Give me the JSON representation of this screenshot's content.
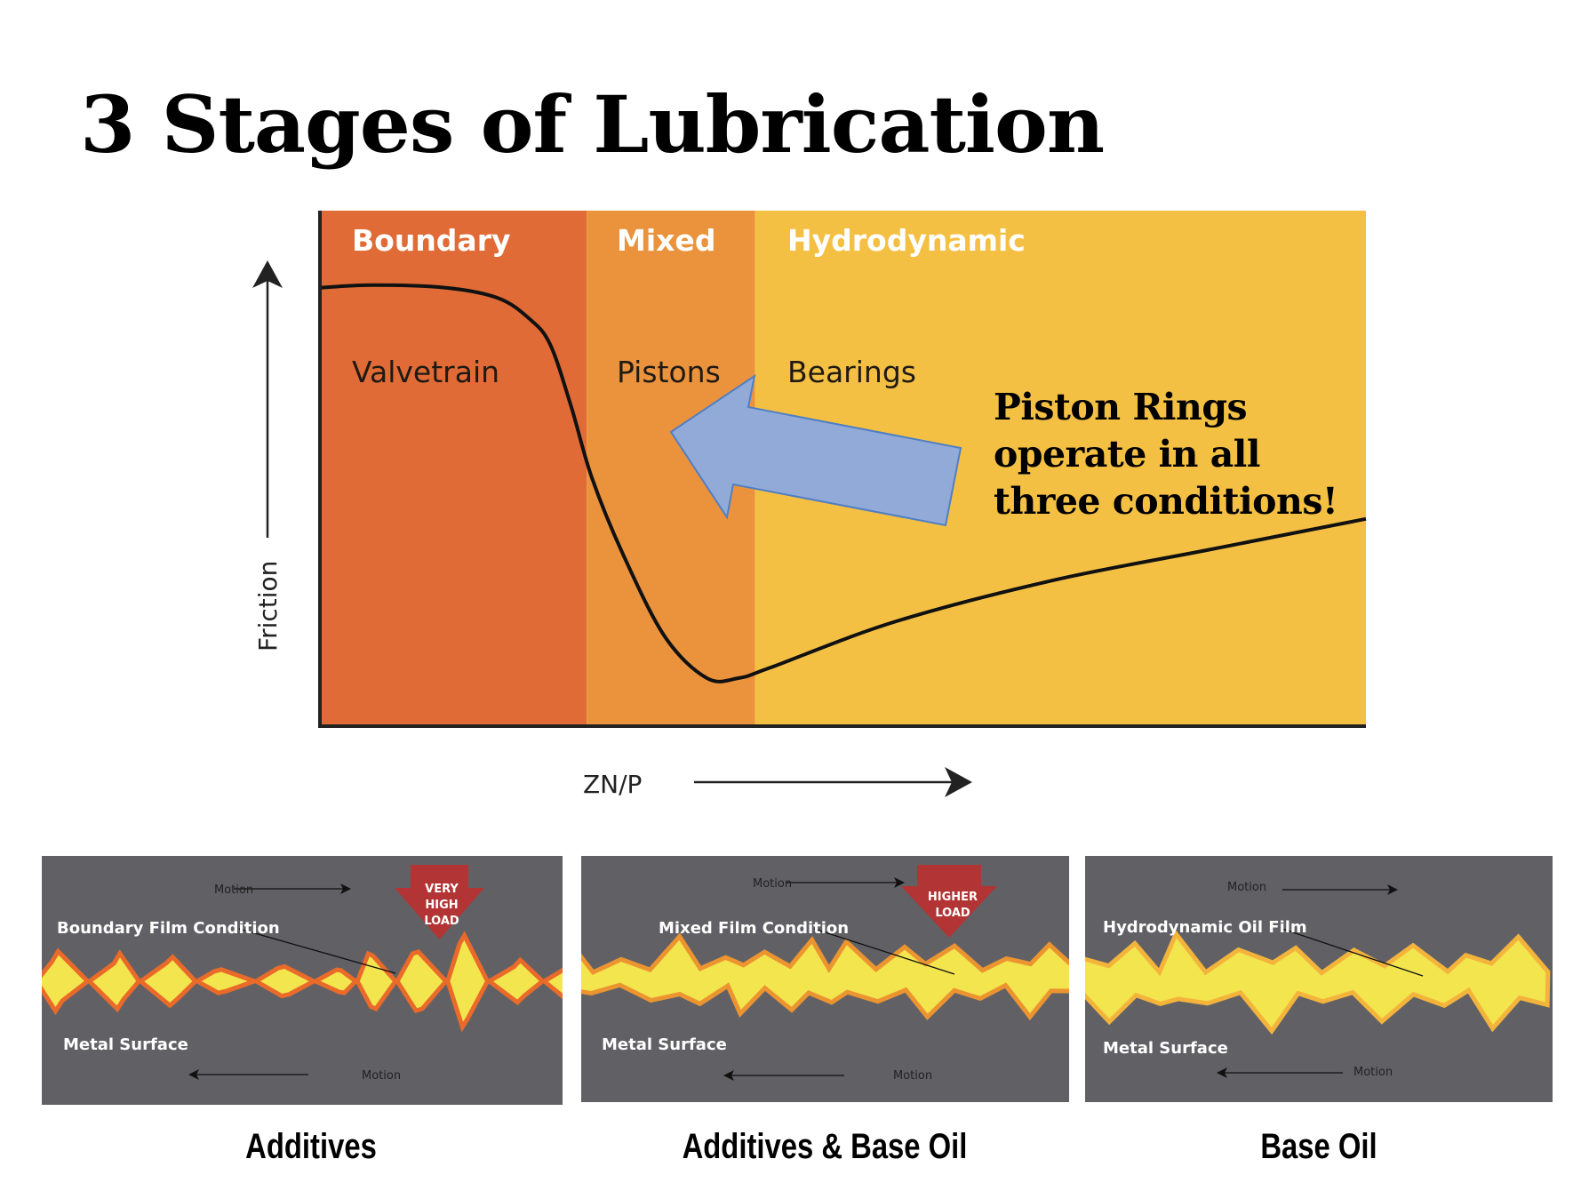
{
  "slide": {
    "title": "3 Stages of Lubrication"
  },
  "stribeck": {
    "regions": [
      {
        "name": "Boundary",
        "component": "Valvetrain",
        "color": "#e06b36",
        "x_start": 0.0,
        "x_end": 0.255
      },
      {
        "name": "Mixed",
        "component": "Pistons",
        "color": "#ea933c",
        "x_start": 0.255,
        "x_end": 0.416
      },
      {
        "name": "Hydrodynamic",
        "component": "Bearings",
        "color": "#f4c044",
        "x_start": 0.416,
        "x_end": 1.0
      }
    ],
    "y_axis_label": "Friction",
    "x_axis_label": "ZN/P",
    "curve": {
      "description": "Stribeck friction curve (relative units, x 0-1 along ZN/P, y 0-1 friction)",
      "points": [
        [
          0.0,
          0.85
        ],
        [
          0.05,
          0.855
        ],
        [
          0.12,
          0.85
        ],
        [
          0.17,
          0.83
        ],
        [
          0.2,
          0.79
        ],
        [
          0.22,
          0.74
        ],
        [
          0.24,
          0.62
        ],
        [
          0.26,
          0.48
        ],
        [
          0.29,
          0.33
        ],
        [
          0.33,
          0.17
        ],
        [
          0.37,
          0.09
        ],
        [
          0.4,
          0.09
        ],
        [
          0.43,
          0.11
        ],
        [
          0.55,
          0.2
        ],
        [
          0.7,
          0.28
        ],
        [
          0.85,
          0.34
        ],
        [
          1.0,
          0.4
        ]
      ]
    },
    "callout_arrow_color": "#92aad8",
    "callout_arrow_stroke": "#4f7fc4",
    "callout_lines": [
      "Piston Rings",
      "operate in all",
      "three conditions!"
    ]
  },
  "panels": [
    {
      "condition_label": "Boundary Film Condition",
      "surface_label": "Metal Surface",
      "motion_top": "Motion",
      "motion_bottom": "Motion",
      "load_lines": [
        "VERY",
        "HIGH",
        "LOAD"
      ],
      "load_color": "#b23434",
      "film_fill": "#f2e54e",
      "film_edge": "#ea6a2a",
      "caption": "Additives"
    },
    {
      "condition_label": "Mixed Film Condition",
      "surface_label": "Metal Surface",
      "motion_top": "Motion",
      "motion_bottom": "Motion",
      "load_lines": [
        "HIGHER",
        "LOAD"
      ],
      "load_color": "#b23434",
      "film_fill": "#f2e54e",
      "film_edge": "#ec9430",
      "caption": "Additives & Base Oil"
    },
    {
      "condition_label": "Hydrodynamic Oil Film",
      "surface_label": "Metal Surface",
      "motion_top": "Motion",
      "motion_bottom": "Motion",
      "load_lines": [],
      "load_color": "",
      "film_fill": "#f2e54e",
      "film_edge": "#f4b43c",
      "caption": "Base Oil"
    }
  ]
}
